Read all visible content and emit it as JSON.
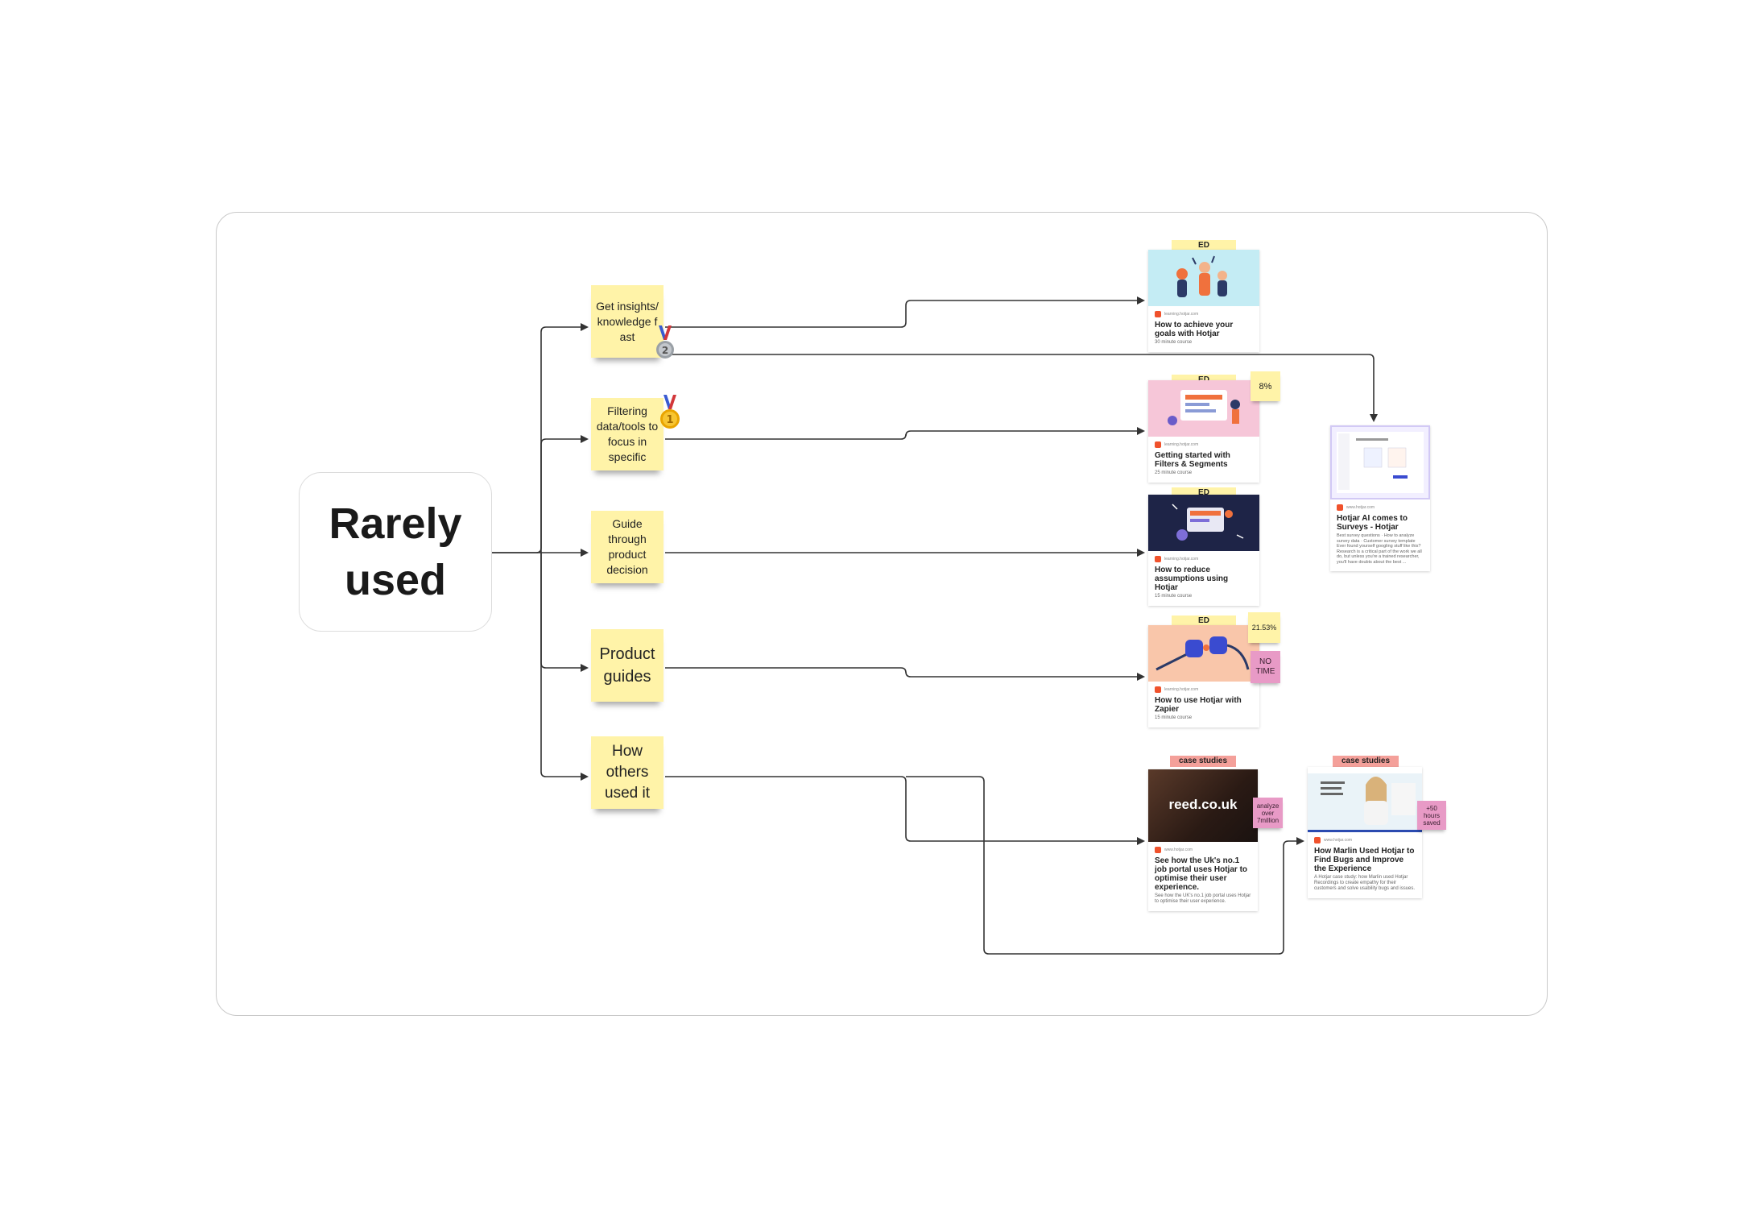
{
  "root": {
    "line1": "Rarely",
    "line2": "used"
  },
  "stickies": {
    "s1": "Get insights/knowledge fast",
    "s2": "Filtering data/tools to focus in specific",
    "s3": "Guide through product decision",
    "s4": "Product guides",
    "s5": "How others used it"
  },
  "medals": {
    "second": "2",
    "first": "1"
  },
  "tags": {
    "ed": "ED",
    "case": "case studies"
  },
  "cards": {
    "c1": {
      "source": "learning.hotjar.com",
      "title": "How to achieve your goals with Hotjar",
      "sub": "30 minute course"
    },
    "c2": {
      "source": "learning.hotjar.com",
      "title": "Getting started with Filters & Segments",
      "sub": "25 minute course"
    },
    "c3": {
      "source": "learning.hotjar.com",
      "title": "How to reduce assumptions using Hotjar",
      "sub": "15 minute course"
    },
    "c4": {
      "source": "learning.hotjar.com",
      "title": "How to use Hotjar with Zapier",
      "sub": "15 minute course"
    },
    "c5": {
      "source": "www.hotjar.com",
      "thumb_text": "reed.co.uk",
      "title": "See how the Uk's no.1 job portal uses Hotjar to optimise their user experience.",
      "sub": "See how the UK's no.1 job portal uses Hotjar to optimise their user experience."
    },
    "c6": {
      "source": "www.hotjar.com",
      "title": "Hotjar AI comes to Surveys - Hotjar",
      "sub": "Best survey questions · How to analyze survey data · Customer survey template Ever found yourself googling stuff like this? Research is a critical part of the work we all do, but unless you're a trained researcher, you'll have doubts about the best ..."
    },
    "c7": {
      "source": "www.hotjar.com",
      "title": "How Marlin Used Hotjar to Find Bugs and Improve the Experience",
      "sub": "A Hotjar case study: how Marlin used Hotjar Recordings to create empathy for their customers and solve usability bugs and issues."
    }
  },
  "notes": {
    "n1": "8%",
    "n2": "21.53%",
    "n3": "NO TIME",
    "n4": "analyze over 7million",
    "n5": "+50 hours saved"
  },
  "colors": {
    "sticky": "#fff3a8",
    "pink_note": "#e89ac6",
    "case_tag": "#f4a09a",
    "connector": "#333333"
  }
}
